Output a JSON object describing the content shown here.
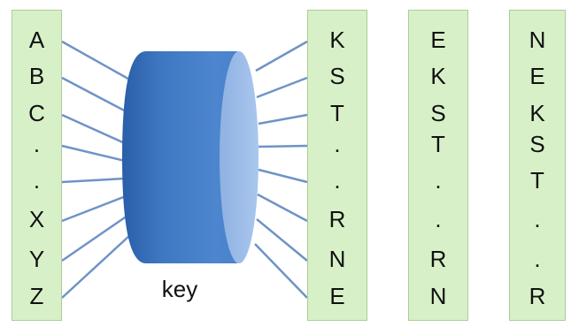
{
  "columns": {
    "left": {
      "letters": [
        "A",
        "B",
        "C",
        ".",
        ".",
        "X",
        "Y",
        "Z"
      ]
    },
    "mid1": {
      "letters": [
        "K",
        "S",
        "T",
        ".",
        ".",
        "R",
        "N",
        "E"
      ]
    },
    "mid2": {
      "letters": [
        "E",
        "K",
        "S",
        "T",
        ".",
        ".",
        "R",
        "N"
      ]
    },
    "mid3": {
      "letters": [
        "N",
        "E",
        "K",
        "S",
        "T",
        ".",
        ".",
        "R"
      ]
    }
  },
  "rotor": {
    "label": "key"
  },
  "colors": {
    "column_fill": "#d8f0c8",
    "column_border": "#a9cf96",
    "wire": "#6f93c6",
    "rotor_body": "#3f78c2",
    "rotor_face": "#9dbde8"
  }
}
